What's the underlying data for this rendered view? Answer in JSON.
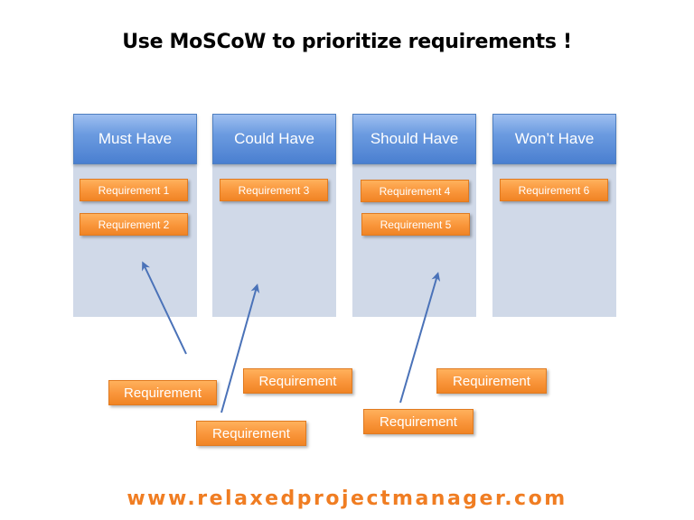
{
  "title": "Use MoSCoW to prioritize requirements !",
  "columns": [
    {
      "label": "Must Have",
      "requirements": [
        "Requirement 1",
        "Requirement 2"
      ]
    },
    {
      "label": "Could Have",
      "requirements": [
        "Requirement 3"
      ]
    },
    {
      "label": "Should Have",
      "requirements": [
        "Requirement 4",
        "Requirement 5"
      ]
    },
    {
      "label": "Won’t Have",
      "requirements": [
        "Requirement 6"
      ]
    }
  ],
  "unsorted_requirements": [
    {
      "label": "Requirement"
    },
    {
      "label": "Requirement"
    },
    {
      "label": "Requirement"
    },
    {
      "label": "Requirement"
    },
    {
      "label": "Requirement"
    }
  ],
  "footer": "www.relaxedprojectmanager.com",
  "colors": {
    "header_blue": "#4a7fd0",
    "column_bg": "#d0d9e8",
    "requirement_orange": "#f9953a",
    "arrow_blue": "#4a72b8",
    "footer_orange": "#f07d22"
  }
}
